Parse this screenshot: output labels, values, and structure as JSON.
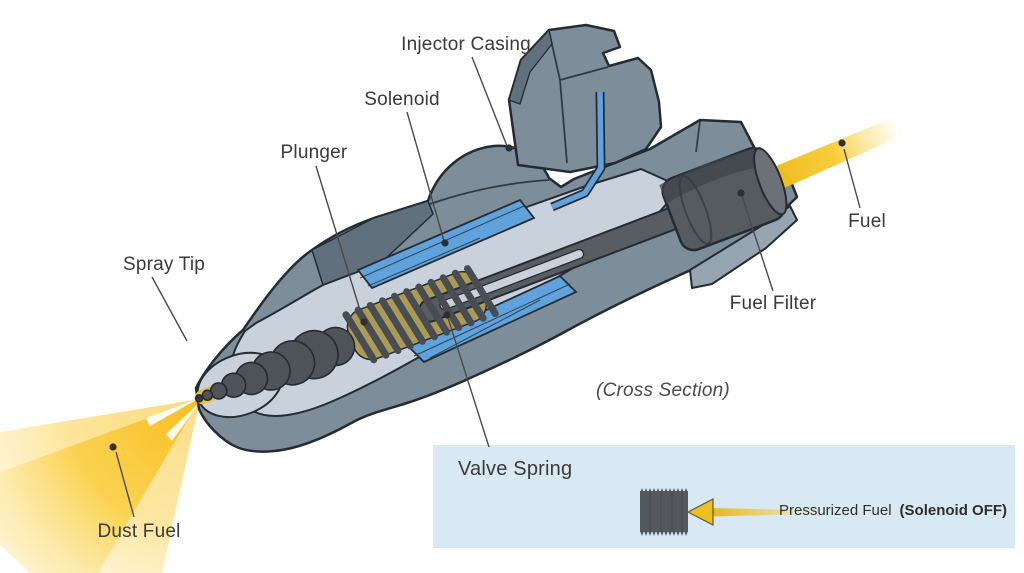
{
  "diagram": {
    "note": "(Cross Section)",
    "callouts": {
      "injector_casing": "Injector Casing",
      "solenoid": "Solenoid",
      "plunger": "Plunger",
      "spray_tip": "Spray Tip",
      "fuel": "Fuel",
      "fuel_filter": "Fuel Filter",
      "dust_fuel": "Dust Fuel",
      "valve_spring": "Valve Spring"
    },
    "legend": {
      "pressurized_fuel": "Pressurized Fuel",
      "solenoid_state": "(Solenoid OFF)"
    },
    "colors": {
      "casing_gray": "#7D8D9A",
      "casing_shadow": "#61707D",
      "cut_face": "#C9D2DC",
      "solenoid_blue": "#5FA2DC",
      "plunger_dark": "#575D63",
      "fuel_gold": "#F6C41E",
      "legend_background": "#D9E9F4",
      "outline": "#252B33",
      "label_text": "#3A3A3A"
    }
  }
}
